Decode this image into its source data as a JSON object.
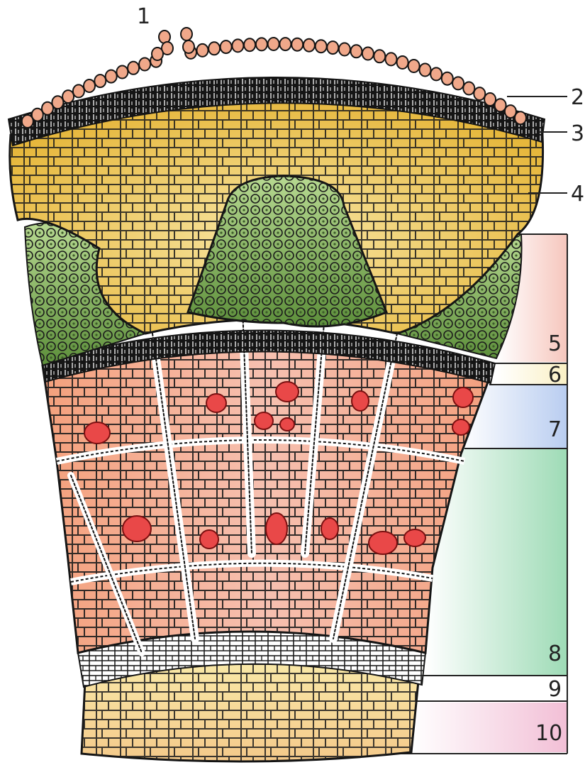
{
  "diagram": {
    "labels": [
      "1",
      "2",
      "3",
      "4",
      "5",
      "6",
      "7",
      "8",
      "9",
      "10"
    ],
    "colors": {
      "outline": "#141414",
      "epidermis": "#f0a88a",
      "periderm": "#1a1a1a",
      "cortex": "#f3d77a",
      "sclerenchyma": "#8fbf6a",
      "phloem": "#f2a283",
      "phloem_secretory": "#e94848",
      "xylem": "#f3c9b4",
      "pith": "#f5dc92",
      "bracket_pink": "#f6c6bd",
      "bracket_cream": "#faf0c4",
      "bracket_blue": "#b9cdf0",
      "bracket_green": "#9edbb6",
      "bracket_rose": "#f2bfd6"
    }
  }
}
